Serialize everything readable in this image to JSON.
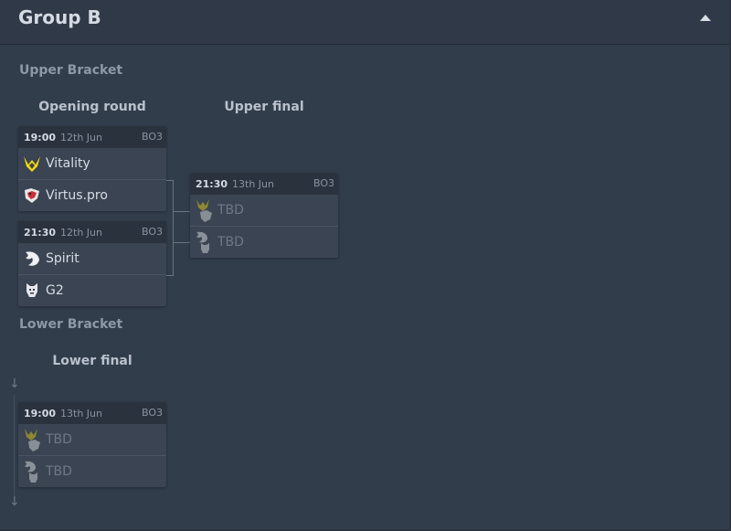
{
  "header": {
    "title": "Group B"
  },
  "sections": {
    "upper": "Upper Bracket",
    "lower": "Lower Bracket"
  },
  "rounds": {
    "opening": "Opening round",
    "upper_final": "Upper final",
    "lower_final": "Lower final"
  },
  "matches": [
    {
      "time": "19:00",
      "date": "12th Jun",
      "format": "BO3",
      "teams": [
        {
          "name": "Vitality",
          "logo": "vitality-bee-icon"
        },
        {
          "name": "Virtus.pro",
          "logo": "virtus-pro-bear-icon"
        }
      ]
    },
    {
      "time": "21:30",
      "date": "12th Jun",
      "format": "BO3",
      "teams": [
        {
          "name": "Spirit",
          "logo": "spirit-dragon-icon"
        },
        {
          "name": "G2",
          "logo": "g2-samurai-icon"
        }
      ]
    },
    {
      "time": "21:30",
      "date": "13th Jun",
      "format": "BO3",
      "teams": [
        {
          "name": "TBD",
          "logo": "vitality-vp-stacked-icon"
        },
        {
          "name": "TBD",
          "logo": "spirit-g2-stacked-icon"
        }
      ]
    },
    {
      "time": "19:00",
      "date": "13th Jun",
      "format": "BO3",
      "teams": [
        {
          "name": "TBD",
          "logo": "vitality-vp-stacked-icon"
        },
        {
          "name": "TBD",
          "logo": "spirit-g2-stacked-icon"
        }
      ]
    }
  ],
  "arrows": {
    "down": "↓"
  },
  "colors": {
    "background": "#323d4c",
    "vitality": "#f5d90f"
  }
}
